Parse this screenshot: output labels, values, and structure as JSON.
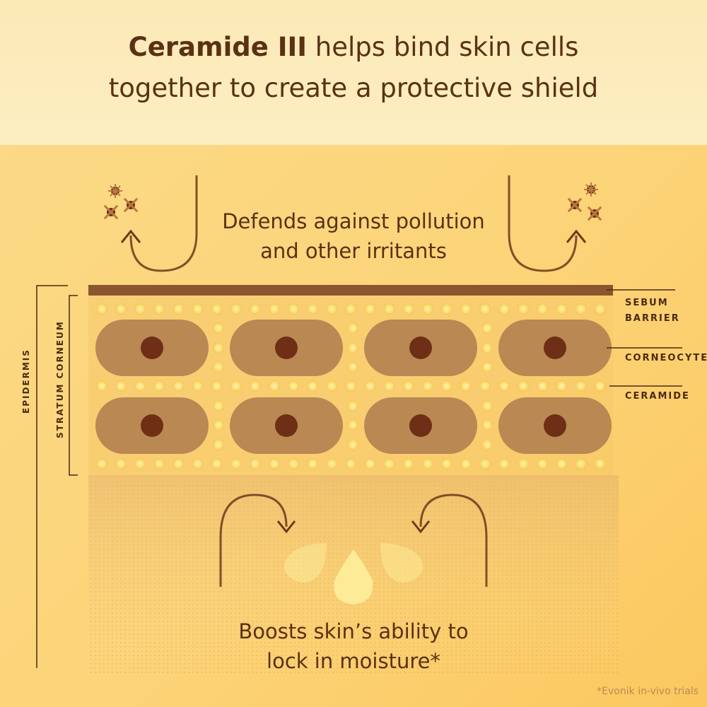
{
  "headline": {
    "bold": "Ceramide III",
    "rest": " helps bind skin cells",
    "line2": "together to create a protective shield"
  },
  "top_text": {
    "line1": "Defends against pollution",
    "line2": "and other irritants"
  },
  "bottom_text": {
    "line1": "Boosts skin’s ability to",
    "line2": "lock in moisture*"
  },
  "labels": {
    "sebum_line1": "SEBUM",
    "sebum_line2": "BARRIER",
    "corneocyte": "CORNEOCYTE",
    "ceramide": "CERAMIDE",
    "epidermis": "EPIDERMIS",
    "stratum": "STRATUM CORNEUM"
  },
  "footnote": "*Evonik in-vivo trials",
  "colors": {
    "dark_brown": "#4a2a12",
    "sebum": "#8b5530",
    "cell": "#b98853",
    "nucleus": "#6e2f16",
    "ceramide": "#fde07a",
    "droplet": "#fdeb98"
  }
}
